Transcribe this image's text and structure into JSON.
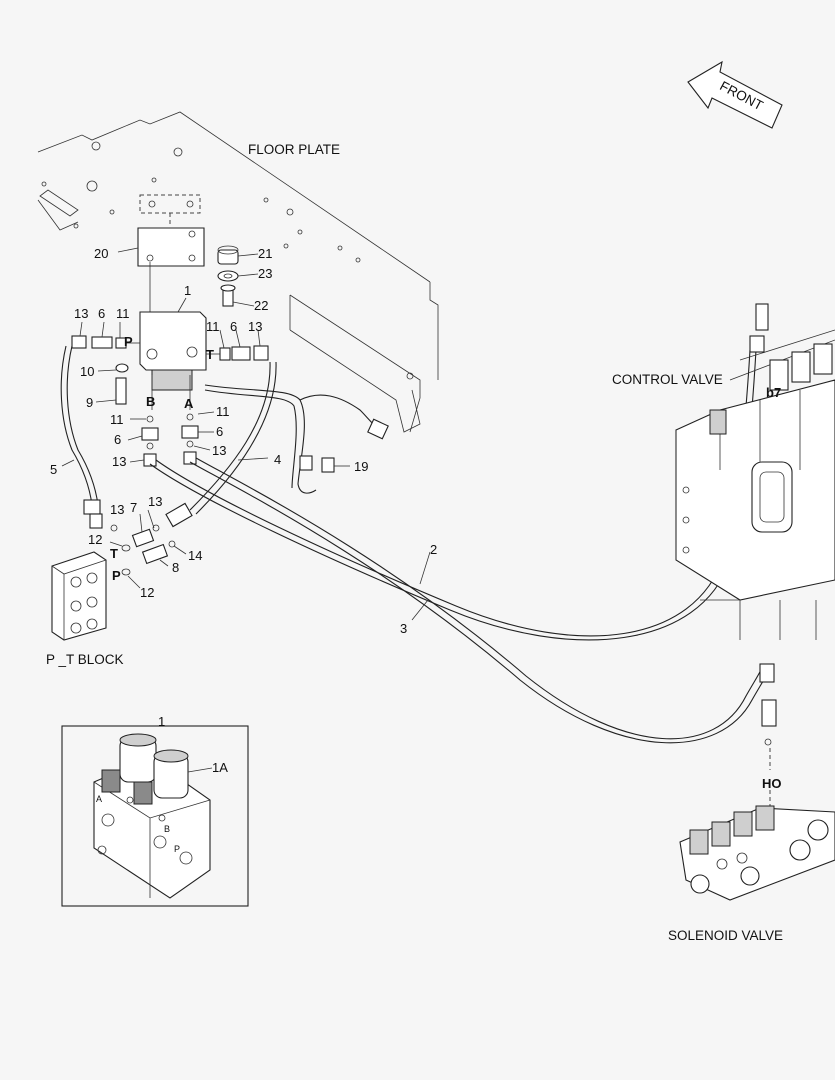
{
  "title_labels": {
    "front": "FRONT",
    "floor_plate": "FLOOR PLATE",
    "control_valve": "CONTROL VALVE",
    "pt_block": "P _T BLOCK",
    "solenoid_valve": "SOLENOID VALVE"
  },
  "port_labels": {
    "p_top": "P",
    "t_top": "T",
    "b": "B",
    "a": "A",
    "t_block": "T",
    "p_block": "P",
    "b7": "b7",
    "ho": "HO",
    "inset_a": "A",
    "inset_b": "B",
    "inset_p": "P"
  },
  "callouts": {
    "n1_top": "1",
    "n20": "20",
    "n21": "21",
    "n23": "23",
    "n22": "22",
    "n13_a": "13",
    "n6_a": "6",
    "n11_a": "11",
    "n11_b": "11",
    "n6_b": "6",
    "n13_b": "13",
    "n10": "10",
    "n9": "9",
    "n11_c": "11",
    "n6_c": "6",
    "n13_c": "13",
    "n11_d": "11",
    "n6_d": "6",
    "n13_d": "13",
    "n5": "5",
    "n4": "4",
    "n19": "19",
    "n13_e": "13",
    "n7": "7",
    "n13_f": "13",
    "n12_a": "12",
    "n14": "14",
    "n8": "8",
    "n12_b": "12",
    "n2": "2",
    "n3": "3",
    "n1_inset": "1",
    "n1a": "1A"
  }
}
